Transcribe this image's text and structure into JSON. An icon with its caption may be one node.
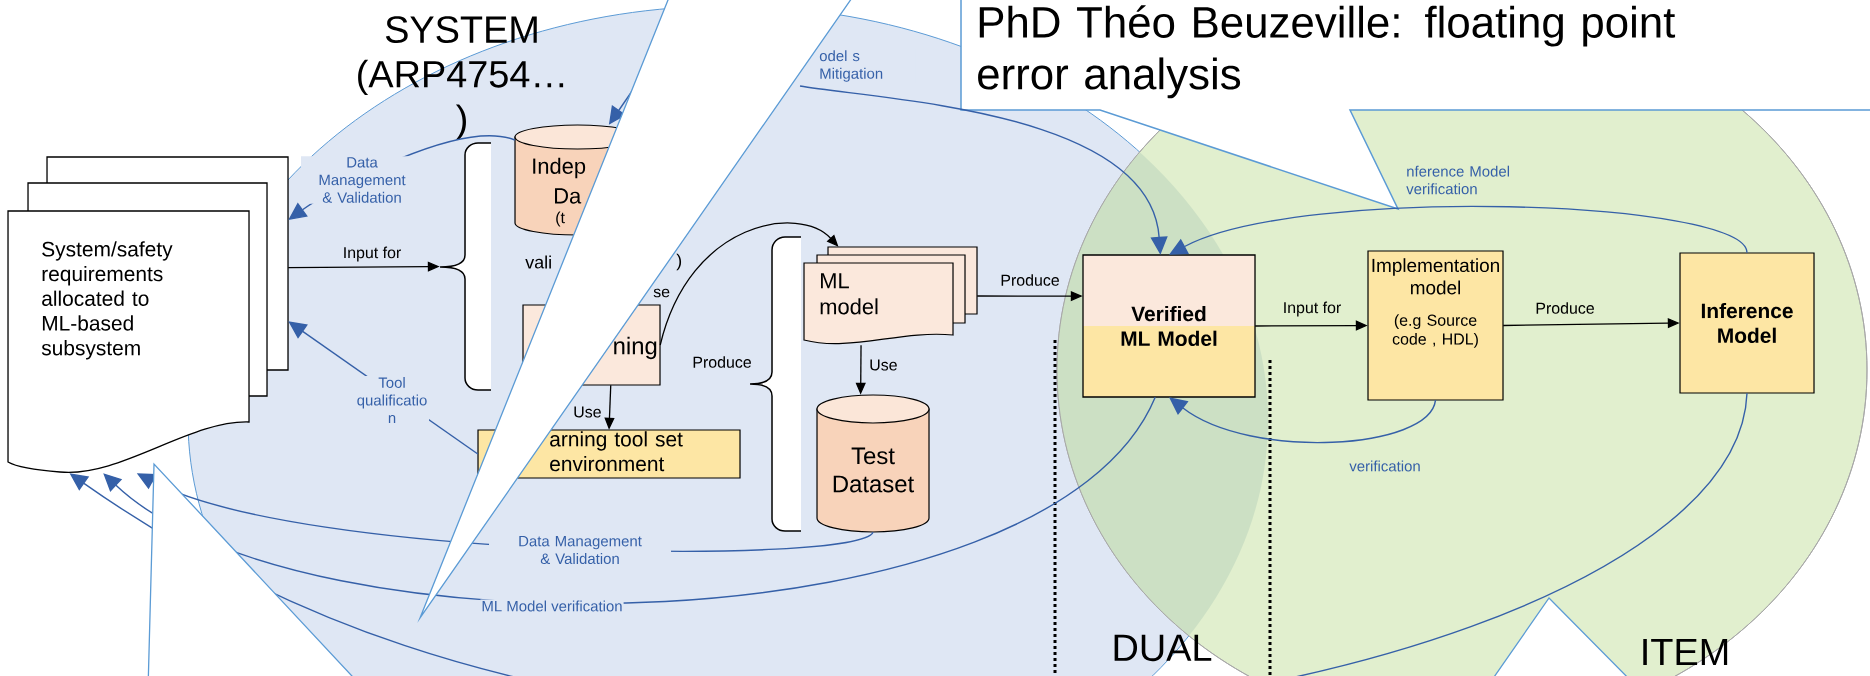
{
  "diagram": {
    "nodes": [
      {
        "text": [
          "SYSTEM (ARP4754… )"
        ]
      },
      {
        "text": [
          "ITEM"
        ]
      },
      {
        "text": [
          "PhD Théo Beuzeville: floating point error analysis"
        ]
      },
      {
        "text": [
          "System/safety requirements allocated to ML-based subsystem"
        ]
      },
      {
        "text": [
          "Indep",
          "Da",
          "(t"
        ],
        "beside": [
          "vali",
          ")"
        ],
        "in": 0
      },
      {
        "text": [],
        "shape": "brace",
        "in": 0
      },
      {
        "text": [
          "ning"
        ],
        "in": 0
      },
      {
        "text": [
          "arning tool set environment"
        ],
        "in": 0
      },
      {
        "text": [
          "ML model"
        ],
        "in": 0
      },
      {
        "text": [
          "Test Dataset"
        ],
        "in": 0
      },
      {
        "text": [
          "Verified ML Model"
        ]
      },
      {
        "text": [
          "Implementation model",
          "(e.g Source code , HDL)"
        ],
        "in": 1
      },
      {
        "text": [
          "Inference Model"
        ],
        "in": 1
      },
      {
        "text": [],
        "shape": "brace",
        "in": 0
      }
    ],
    "edges": [
      {
        "from": 4,
        "to": 3,
        "arrow": "to",
        "label": "Data Management & Validation"
      },
      {
        "from": 3,
        "to": 5,
        "arrow": "to",
        "label": "Input for",
        "color": "#000000"
      },
      {
        "from": 6,
        "to": 7,
        "arrow": "to",
        "label": "Use",
        "color": "#000000"
      },
      {
        "from": 7,
        "to": 3,
        "arrow": "to",
        "label": "Tool qualificatio n"
      },
      {
        "from": 6,
        "to": 8,
        "arrow": "to",
        "label": "Produce",
        "color": "#000000"
      },
      {
        "from": 8,
        "to": 9,
        "arrow": "to",
        "label": "Use",
        "color": "#000000"
      },
      {
        "from": 8,
        "to": 10,
        "arrow": "to",
        "label": "Produce",
        "color": "#000000"
      },
      {
        "from": 10,
        "to": 11,
        "arrow": "to",
        "label": "Input for",
        "color": "#000000"
      },
      {
        "from": 11,
        "to": 12,
        "arrow": "to",
        "label": "Produce",
        "color": "#000000"
      },
      {
        "from": 12,
        "to": 10,
        "arrow": "to",
        "label": "nference Model verification"
      },
      {
        "from": 11,
        "to": 10,
        "arrow": "to",
        "label": "verification"
      },
      {
        "from": 9,
        "to": 3,
        "arrow": "to",
        "label": "Data Management & Validation"
      },
      {
        "from": 10,
        "to": 3,
        "arrow": "to",
        "label": "ML Model verification"
      },
      {
        "from": 12,
        "to": 3,
        "arrow": "to"
      },
      {
        "from": null,
        "to": 10,
        "arrow": "to",
        "label": "odel s Mitigation"
      },
      {
        "from": null,
        "to": 4,
        "arrow": "to"
      }
    ],
    "labels": [
      "se",
      "DUAL"
    ]
  }
}
